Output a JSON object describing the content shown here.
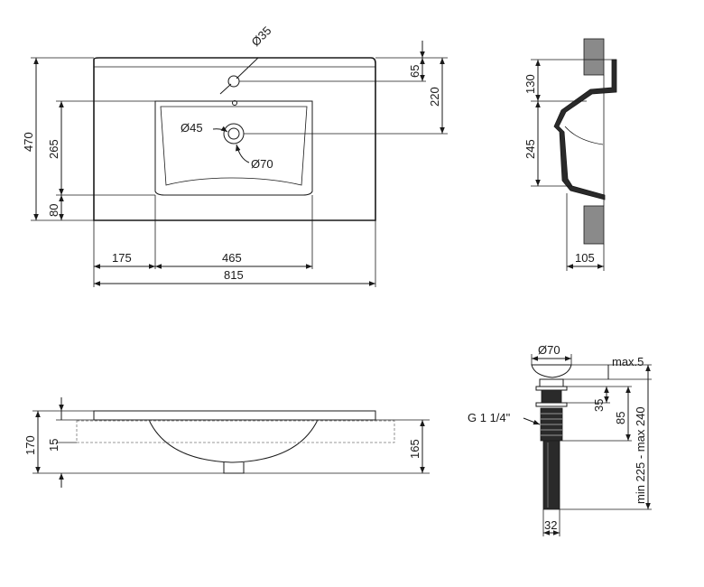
{
  "colors": {
    "line": "#1a1a1a",
    "fill_gray": "#8a8a8a",
    "fill_dark": "#2a2a2a",
    "background": "#ffffff"
  },
  "top_view": {
    "d_tap_hole": "Ø35",
    "d_drain_inner": "Ø45",
    "d_drain_outer": "Ø70",
    "dim_width": "815",
    "dim_left_offset": "175",
    "dim_bowl_width": "465",
    "dim_depth": "470",
    "dim_bowl_depth": "265",
    "dim_front_edge": "80",
    "dim_tap_offset": "65",
    "dim_drain_offset": "220"
  },
  "side_view": {
    "dim_top": "130",
    "dim_mid": "245",
    "dim_bottom": "105"
  },
  "front_view": {
    "dim_height": "170",
    "dim_rim": "15",
    "dim_bowl_height": "165"
  },
  "drain_detail": {
    "d_cap": "Ø70",
    "max_cap": "max.5",
    "thread": "G 1 1/4\"",
    "dim_35": "35",
    "dim_85": "85",
    "dim_range": "min 225 - max 240",
    "dim_pipe": "32"
  }
}
